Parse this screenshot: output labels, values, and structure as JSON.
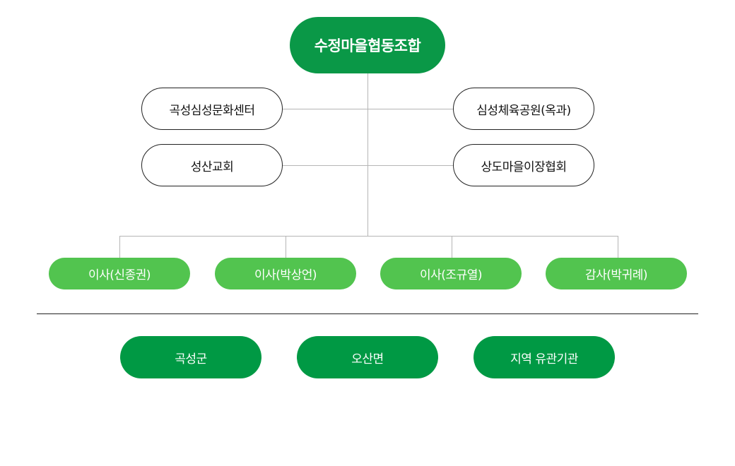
{
  "root": {
    "label": "수정마을협동조합"
  },
  "partners_left": [
    {
      "label": "곡성심성문화센터"
    },
    {
      "label": "성산교회"
    }
  ],
  "partners_right": [
    {
      "label": "심성체육공원(옥과)"
    },
    {
      "label": "상도마을이장협회"
    }
  ],
  "board": [
    {
      "label": "이사(신종권)"
    },
    {
      "label": "이사(박상언)"
    },
    {
      "label": "이사(조규열)"
    },
    {
      "label": "감사(박귀례)"
    }
  ],
  "related": [
    {
      "label": "곡성군"
    },
    {
      "label": "오산면"
    },
    {
      "label": "지역 유관기관"
    }
  ],
  "colors": {
    "root": "#0a9847",
    "board": "#52c44f",
    "related": "#009944",
    "line": "#b5b5b5"
  }
}
